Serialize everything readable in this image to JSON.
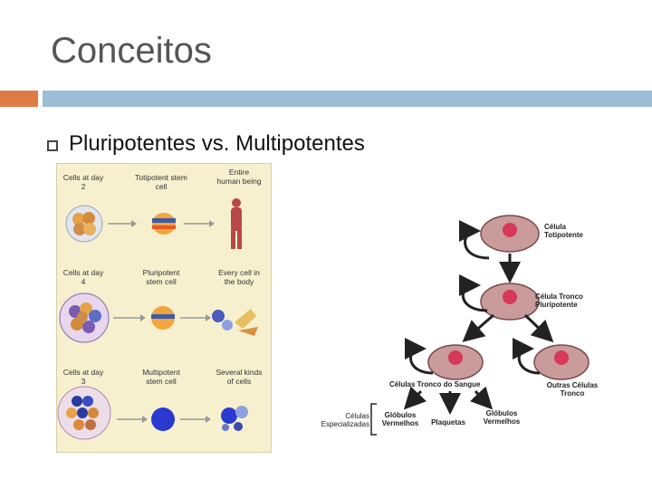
{
  "slide": {
    "title": "Conceitos",
    "bullet": "Pluripotentes vs. Multipotentes"
  },
  "left_figure": {
    "rows": [
      {
        "stage": "Cells at day 2",
        "cell_type": "Totipotent stem cell",
        "outcome": "Entire human being"
      },
      {
        "stage": "Cells at day 4",
        "cell_type": "Pluripotent stem cell",
        "outcome": "Every cell in the body"
      },
      {
        "stage": "Cells at day 3",
        "cell_type": "Multipotent stem cell",
        "outcome": "Several kinds of cells"
      }
    ]
  },
  "right_diagram": {
    "labels": {
      "totipotent": "Célula Totipotente",
      "pluripotent": "Célula Tronco Pluripotente",
      "blood_stem": "Células Tronco do Sangue",
      "other_stem": "Outras Células Tronco",
      "specialized": "Células Especializadas",
      "white_cells": "Glóbulos Vermelhos",
      "platelets": "Plaquetas",
      "red_cells": "Glóbulos Vermelhos"
    },
    "colors": {
      "cell_fill": "#c99b9b",
      "nucleus": "#d6395a",
      "arrow": "#222222"
    }
  },
  "theme": {
    "accent_orange": "#e07b45",
    "accent_blue": "#9cbcd8"
  }
}
